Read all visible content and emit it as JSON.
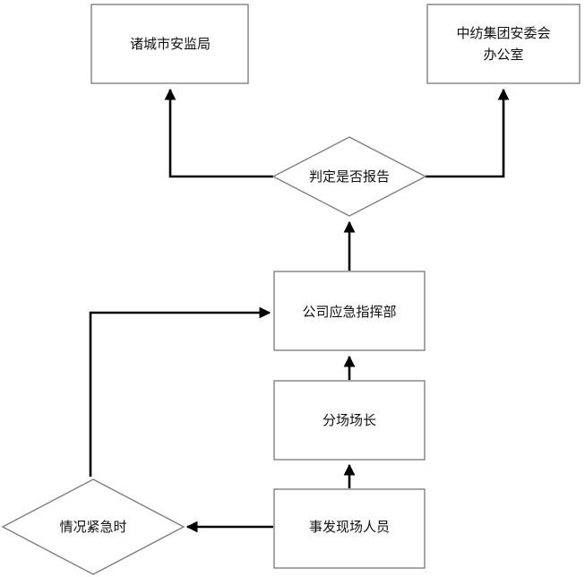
{
  "nodes": {
    "safety_bureau": "诸城市安监局",
    "group_safety_committee_line1": "中纺集团安委会",
    "group_safety_committee_line2": "办公室",
    "decide_report": "判定是否报告",
    "command_center": "公司应急指挥部",
    "site_manager": "分场场长",
    "field_personnel": "事发现场人员",
    "emergency": "情况紧急时"
  },
  "colors": {
    "node_border": "#7f7f7f",
    "edge": "#000000",
    "text": "#111111"
  }
}
